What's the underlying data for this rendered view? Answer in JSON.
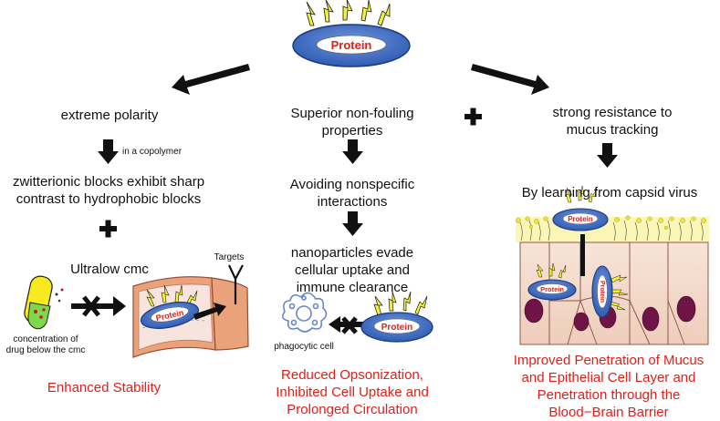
{
  "top": {
    "protein_label": "Protein"
  },
  "left": {
    "heading": "extreme polarity",
    "step_note": "in a copolymer",
    "statement": "zwitterionic blocks exhibit sharp\ncontrast to hydrophobic blocks",
    "cmc": "Ultralow cmc",
    "drug_note": "concentration of\ndrug below the cmc",
    "targets": "Targets",
    "protein_label": "Protein",
    "outcome": "Enhanced Stability"
  },
  "middle": {
    "heading": "Superior non-fouling\nproperties",
    "step1": "Avoiding nonspecific\ninteractions",
    "step2": "nanoparticles evade\ncellular uptake and\nimmune clearance",
    "cell_label": "phagocytic cell",
    "protein_label": "Protein",
    "outcome": "Reduced Opsonization,\nInhibited Cell Uptake and\nProlonged Circulation"
  },
  "right": {
    "heading": "strong resistance to\nmucus tracking",
    "step1": "By learning from capsid virus",
    "protein_labels": [
      "Protein",
      "Protein",
      "Protein"
    ],
    "outcome": "Improved Penetration of Mucus\nand Epithelial Cell Layer and\nPenetration through the\nBlood−Brain Barrier"
  },
  "colors": {
    "outcome_red": "#e0201a",
    "protein_blue": "#3f6fc6",
    "spike_yellow": "#f4f036",
    "tissue_pink": "#f2d5c5",
    "nucleus_purple": "#6e1446",
    "mucus_yellow": "#f6ef7a"
  }
}
